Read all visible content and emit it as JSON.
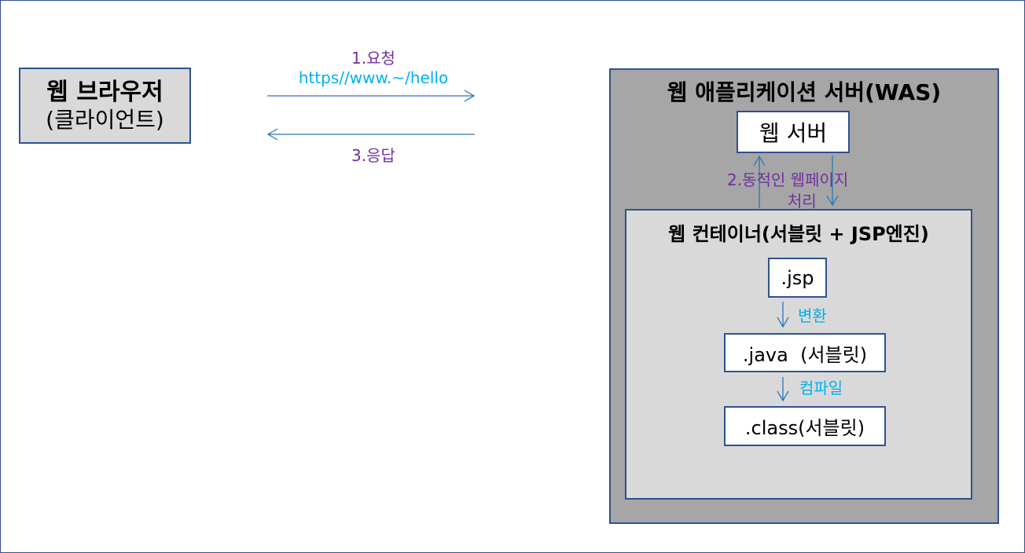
{
  "browser": {
    "title": "웹 브라우저",
    "subtitle": "(클라이언트)"
  },
  "arrows": {
    "request_step": "1.요청",
    "request_url": "https//www.~/hello",
    "response_step": "3.응답",
    "dynamic_step_line1": "2.동적인 웹페이지",
    "dynamic_step_line2": "처리",
    "convert_label": "변환",
    "compile_label": "컴파일"
  },
  "was": {
    "title": "웹 애플리케이션 서버(WAS)"
  },
  "web_server": {
    "label": "웹 서버"
  },
  "container": {
    "title": "웹 컨테이너(서블릿 + JSP엔진)"
  },
  "files": {
    "jsp": ".jsp",
    "java": ".java  (서블릿)",
    "class": ".class(서블릿)"
  },
  "colors": {
    "border": "#2f528f",
    "arrow": "#2e75b6",
    "purple_text": "#7030a0",
    "cyan_text": "#00b0f0",
    "gray_dark": "#a6a6a6",
    "gray_light": "#d9d9d9"
  }
}
